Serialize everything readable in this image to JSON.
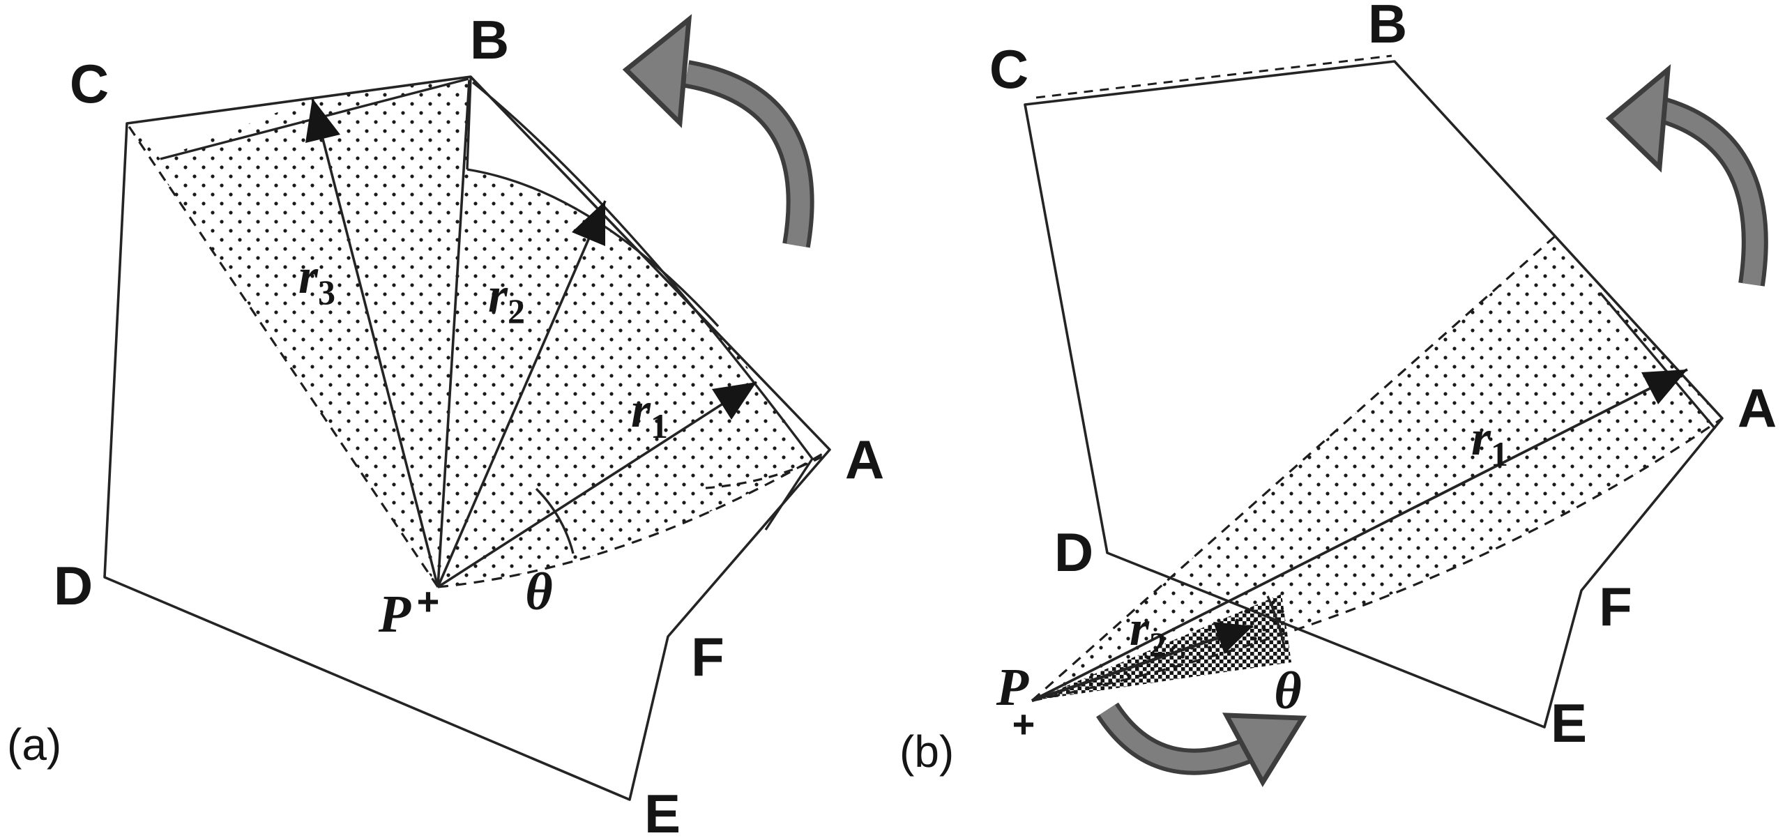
{
  "colors": {
    "background": "#ffffff",
    "ink": "#1e1e1e",
    "stipple_dot": "#1a1a1a",
    "rotation_arrow_fill": "#7e7e7e",
    "rotation_arrow_edge": "#3d3d3d"
  },
  "panel_a": {
    "caption": "(a)",
    "vertices": {
      "A": "A",
      "B": "B",
      "C": "C",
      "D": "D",
      "E": "E",
      "F": "F"
    },
    "center_label": "P",
    "center_mark": "+",
    "angle_label": "θ",
    "radii": {
      "r1_base": "r",
      "r1_sub": "1",
      "r2_base": "r",
      "r2_sub": "2",
      "r3_base": "r",
      "r3_sub": "3"
    }
  },
  "panel_b": {
    "caption": "(b)",
    "vertices": {
      "A": "A",
      "B": "B",
      "C": "C",
      "D": "D",
      "E": "E",
      "F": "F"
    },
    "center_label": "P",
    "center_mark": "+",
    "angle_label": "θ",
    "radii": {
      "r1_base": "r",
      "r1_sub": "1",
      "r2_base": "r",
      "r2_sub": "2"
    }
  }
}
